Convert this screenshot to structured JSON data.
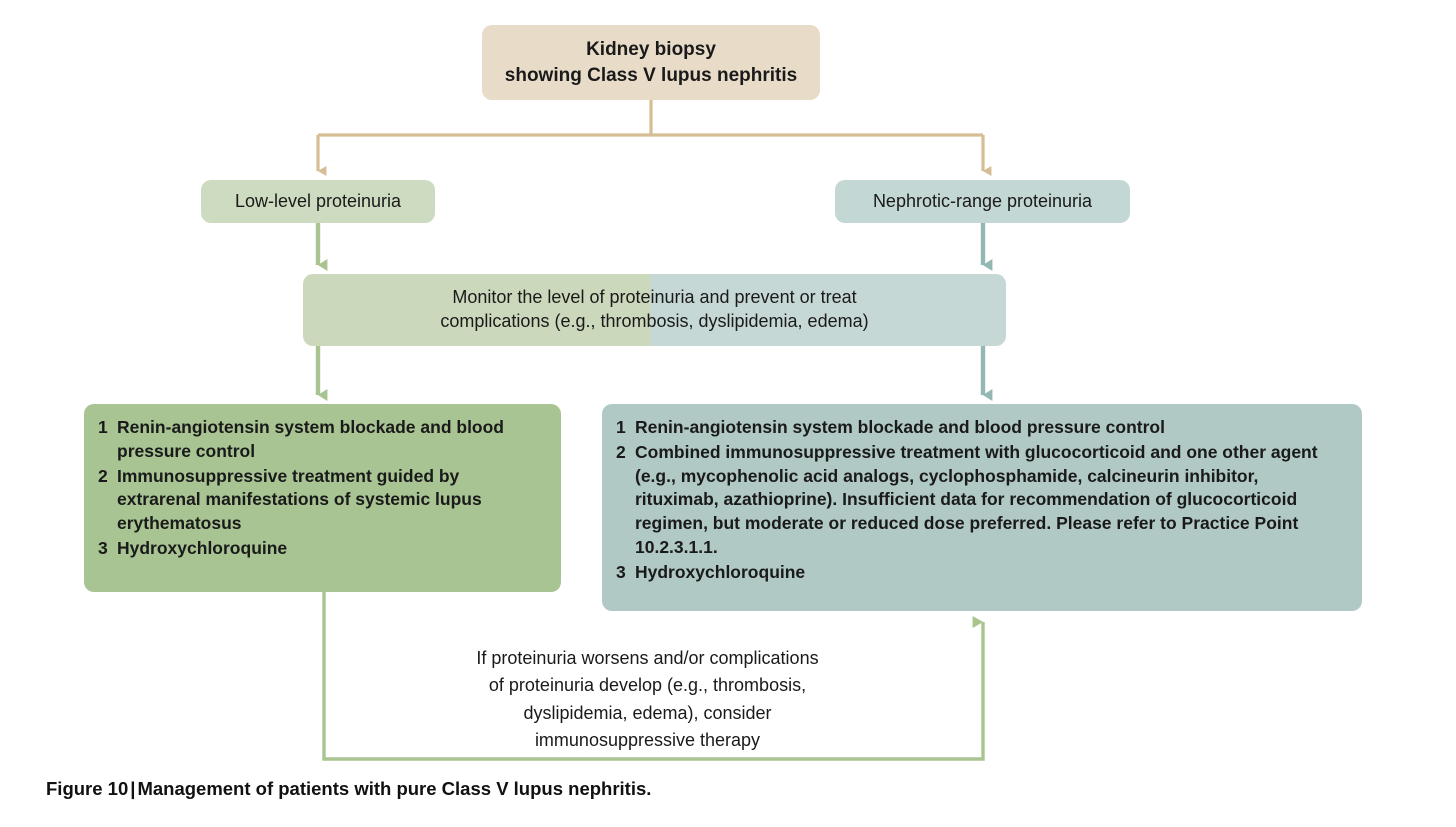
{
  "figure": {
    "label": "Figure 10",
    "separator": "|",
    "title": "Management of patients with pure Class V lupus nephritis."
  },
  "colors": {
    "root_box": "#e8dcc8",
    "root_connector": "#d6bd93",
    "low_branch_box": "#cddbc0",
    "nephrotic_branch_box": "#c3d7d4",
    "monitor_left": "#ccd8bb",
    "monitor_right": "#c6d8d6",
    "treatment_left": "#a8c493",
    "treatment_right": "#b0c9c5",
    "green_arrow": "#a9c490",
    "teal_arrow": "#93b8b4",
    "text": "#1a1a1a"
  },
  "nodes": {
    "root": {
      "line1": "Kidney biopsy",
      "line2": "showing Class V lupus nephritis"
    },
    "branch_left": {
      "label": "Low-level proteinuria"
    },
    "branch_right": {
      "label": "Nephrotic-range proteinuria"
    },
    "monitor": {
      "line1": "Monitor the level of proteinuria and prevent or treat",
      "line2": "complications (e.g., thrombosis, dyslipidemia, edema)"
    },
    "treatment_left": {
      "items": [
        {
          "num": "1",
          "text": "Renin-angiotensin system blockade and blood pressure control"
        },
        {
          "num": "2",
          "text": "Immunosuppressive treatment guided by extrarenal manifestations of systemic lupus erythematosus"
        },
        {
          "num": "3",
          "text": "Hydroxychloroquine"
        }
      ]
    },
    "treatment_right": {
      "items": [
        {
          "num": "1",
          "text": "Renin-angiotensin system blockade and blood pressure control"
        },
        {
          "num": "2",
          "text": "Combined immunosuppressive treatment with glucocorticoid and one other agent (e.g., mycophenolic acid analogs, cyclophosphamide, calcineurin inhibitor, rituximab, azathioprine). Insufficient data for recommendation of glucocorticoid regimen, but moderate or reduced dose preferred.  Please refer to Practice Point 10.2.3.1.1."
        },
        {
          "num": "3",
          "text": "Hydroxychloroquine"
        }
      ]
    },
    "feedback_loop": {
      "line1": "If proteinuria worsens and/or complications",
      "line2": "of proteinuria develop (e.g., thrombosis,",
      "line3": "dyslipidemia, edema), consider",
      "line4": "immunosuppressive therapy"
    }
  }
}
